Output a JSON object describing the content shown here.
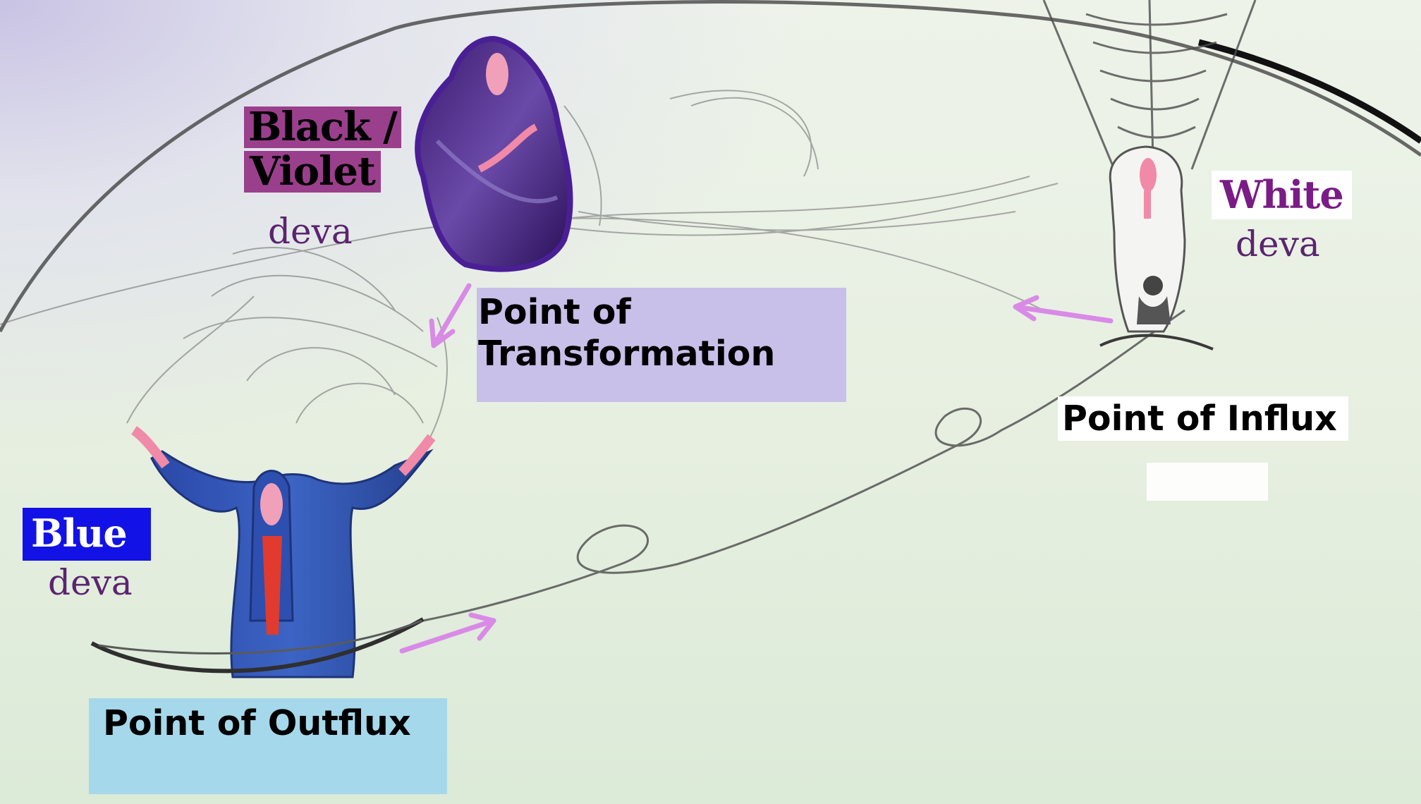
{
  "colors": {
    "violet_label_bg": "#9a3f8c",
    "white_label_text": "#7a1c86",
    "blue_label_bg": "#1212e6",
    "transformation_bg": "#c8c0e8",
    "outflux_bg": "#a5d8ea",
    "arrow": "#d98ae6",
    "deva_text": "#5a2470"
  },
  "devas": {
    "black_violet": {
      "title_line1": "Black /",
      "title_line2": "Violet",
      "suffix": "deva"
    },
    "white": {
      "title": "White",
      "suffix": "deva"
    },
    "blue": {
      "title": "Blue",
      "suffix": "deva"
    }
  },
  "points": {
    "transformation_line1": "Point of",
    "transformation_line2": "Transformation",
    "influx": "Point of Influx",
    "outflux": "Point of Outflux"
  },
  "icons": [
    "black-violet-deva-figure",
    "white-deva-figure",
    "blue-deva-figure",
    "flow-arrow"
  ]
}
